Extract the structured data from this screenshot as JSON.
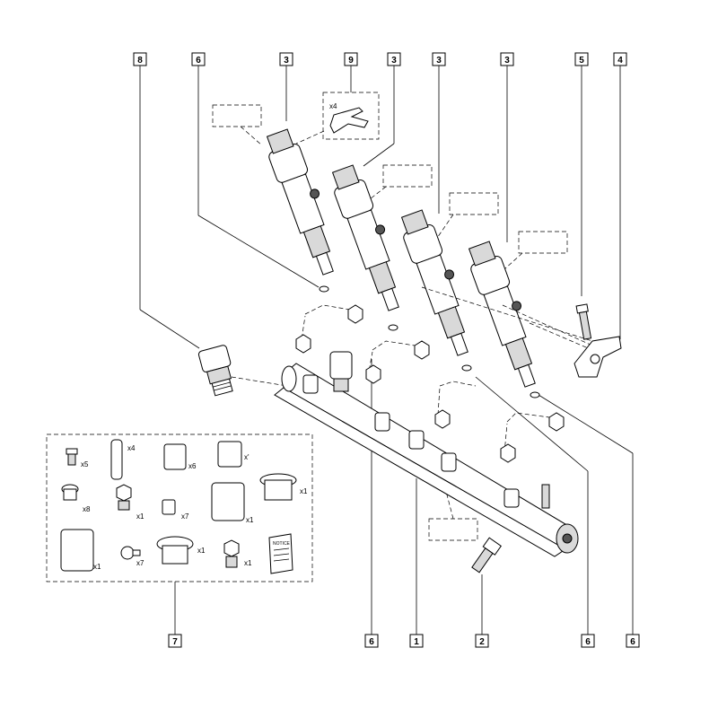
{
  "callouts": [
    {
      "id": "c8",
      "label": "8"
    },
    {
      "id": "c6a",
      "label": "6"
    },
    {
      "id": "c3a",
      "label": "3"
    },
    {
      "id": "c9",
      "label": "9"
    },
    {
      "id": "c3b",
      "label": "3"
    },
    {
      "id": "c3c",
      "label": "3"
    },
    {
      "id": "c3d",
      "label": "3"
    },
    {
      "id": "c5",
      "label": "5"
    },
    {
      "id": "c4",
      "label": "4"
    },
    {
      "id": "c7",
      "label": "7"
    },
    {
      "id": "c6b",
      "label": "6"
    },
    {
      "id": "c1",
      "label": "1"
    },
    {
      "id": "c2",
      "label": "2"
    },
    {
      "id": "c6c",
      "label": "6"
    },
    {
      "id": "c6d",
      "label": "6"
    }
  ],
  "clip_qty": "x4",
  "kit_quantities": [
    "x5",
    "x4",
    "x6",
    "x'",
    "x8",
    "x1",
    "x7",
    "x1",
    "x1",
    "x1",
    "x7",
    "x1",
    "x1"
  ],
  "manual_label": "NOTICE"
}
